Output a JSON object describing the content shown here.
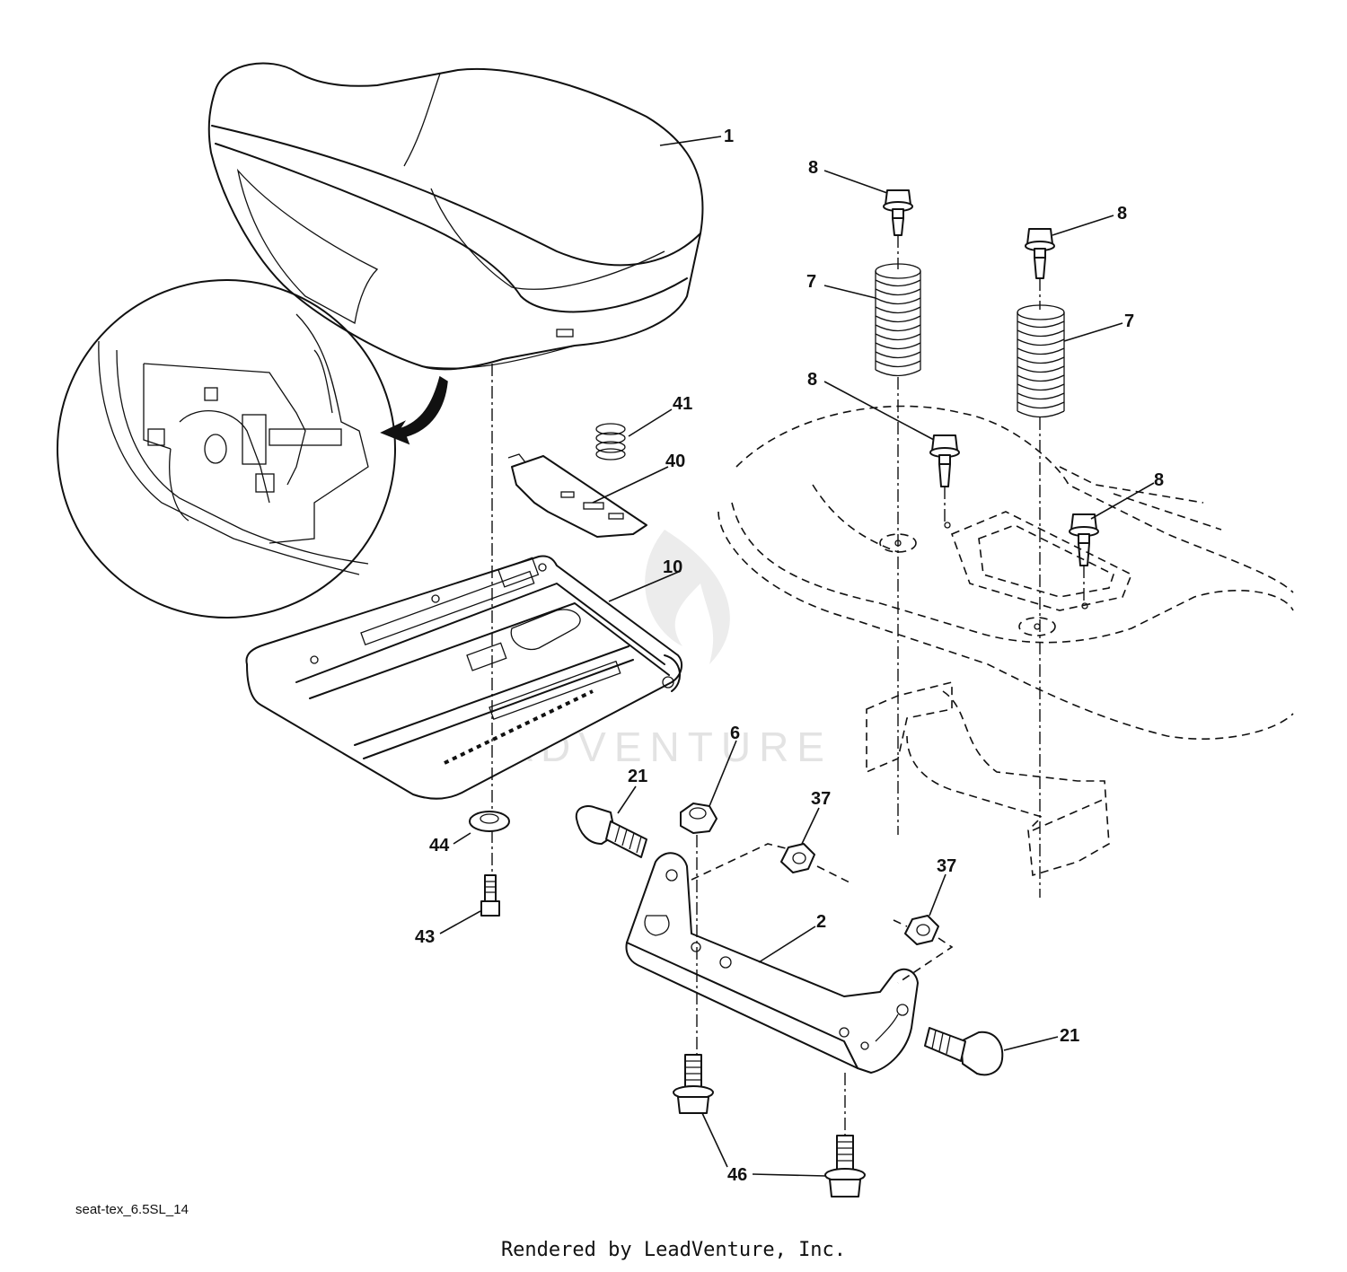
{
  "diagram": {
    "watermark": "LEADVENTURE",
    "drawing_id": "seat-tex_6.5SL_14",
    "credit": "Rendered by LeadVenture, Inc.",
    "callouts": {
      "seat": "1",
      "bracket": "2",
      "nut_6": "6",
      "spring_left": "7",
      "spring_right": "7",
      "bolt_top_left": "8",
      "bolt_top_right": "8",
      "bolt_mid_left": "8",
      "bolt_mid_right": "8",
      "seat_pan": "10",
      "bolt_21_left": "21",
      "bolt_21_right": "21",
      "nut_37_left": "37",
      "nut_37_right": "37",
      "clip_spring": "41",
      "latch_plate": "40",
      "bolt_43": "43",
      "washer_44": "44",
      "bolt_46": "46"
    }
  }
}
